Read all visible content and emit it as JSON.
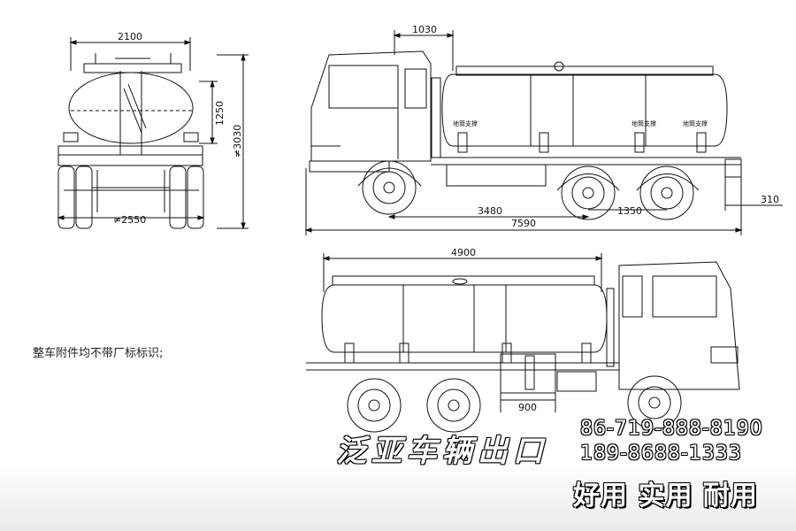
{
  "front_view": {
    "width_label": "2100",
    "tank_height_label": "1250",
    "total_height_label": "≠3030",
    "track_label": "≠2550"
  },
  "side_view_upper": {
    "cab_label": "1030",
    "rear_overhang_label": "310",
    "wheelbase_label": "3480",
    "rear_axle_label": "1350",
    "length_label": "7590",
    "support_label_1": "地筒支撑",
    "support_label_2": "地筒支撑",
    "support_label_3": "地筒支撑"
  },
  "side_view_lower": {
    "tank_length_label": "4900",
    "box_label": "900"
  },
  "note": "整车附件均不带厂标标识;",
  "watermark": {
    "brand": "泛亚车辆出口",
    "phone_1": "86-719-888-8190",
    "phone_2": "189-8688-1333",
    "slogan": "好用 实用 耐用"
  }
}
